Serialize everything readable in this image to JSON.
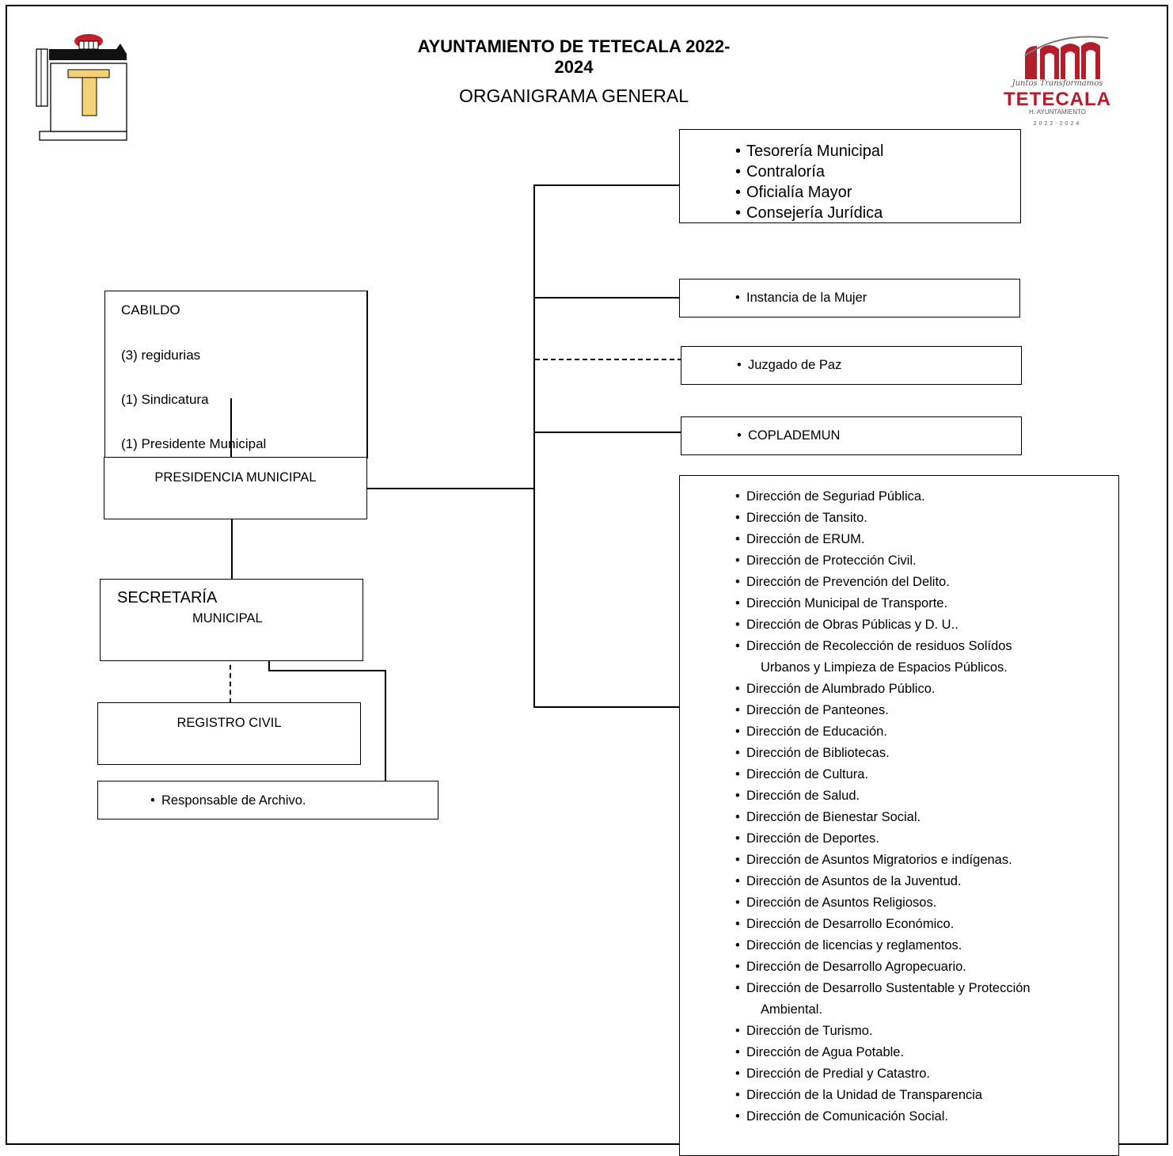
{
  "header": {
    "title_line1": "AYUNTAMIENTO DE TETECALA 2022-",
    "title_line2": "2024",
    "subtitle": "ORGANIGRAMA GENERAL"
  },
  "logo_right": {
    "tagline": "Juntos Transformamos",
    "name": "TETECALA",
    "org": "H. AYUNTAMIENTO",
    "years": "2022-2024"
  },
  "cabildo": {
    "title": "CABILDO",
    "items": [
      "(3) regidurias",
      "(1) Sindicatura",
      "(1) Presidente Municipal"
    ]
  },
  "presidencia": "PRESIDENCIA MUNICIPAL",
  "secretaria": {
    "line1": "SECRETARÍA",
    "line2": "MUNICIPAL"
  },
  "registro_civil": "REGISTRO CIVIL",
  "responsable_archivo": "Responsable de Archivo.",
  "top_units": [
    "Tesorería Municipal",
    " Contraloría",
    "Oficialía Mayor",
    "Consejería Jurídica"
  ],
  "instancia_mujer": "Instancia de la Mujer",
  "juzgado_paz": "Juzgado de Paz",
  "coplademun": "COPLADEMUN",
  "direcciones": [
    "Dirección de Seguriad Pública.",
    "Dirección de Tansito.",
    "Dirección de ERUM.",
    "Dirección de Protección Civil.",
    "Dirección de Prevención del Delito.",
    "Dirección Municipal de Transporte.",
    "Dirección de Obras Públicas y D. U..",
    "Dirección de Recolección de residuos Solídos",
    "Urbanos y Limpieza de Espacios Públicos.",
    "Dirección de Alumbrado Público.",
    "Dirección de Panteones.",
    "Dirección de Educación.",
    "Dirección de Bibliotecas.",
    "Dirección de Cultura.",
    "Dirección de Salud.",
    "Dirección de Bienestar Social.",
    "Dirección de Deportes.",
    "Dirección de Asuntos Migratorios e indígenas.",
    "Dirección de Asuntos de la Juventud.",
    "Dirección de Asuntos Religiosos.",
    "Dirección de Desarrollo Económico.",
    "Dirección de licencias y reglamentos.",
    "Dirección de Desarrollo Agropecuario.",
    "Dirección de Desarrollo Sustentable y Protección",
    "Ambiental.",
    "Dirección de Turismo.",
    "Dirección de Agua Potable.",
    "Dirección de Predial y Catastro.",
    "Dirección de la Unidad de Transparencia",
    "Dirección de Comunicación Social."
  ]
}
